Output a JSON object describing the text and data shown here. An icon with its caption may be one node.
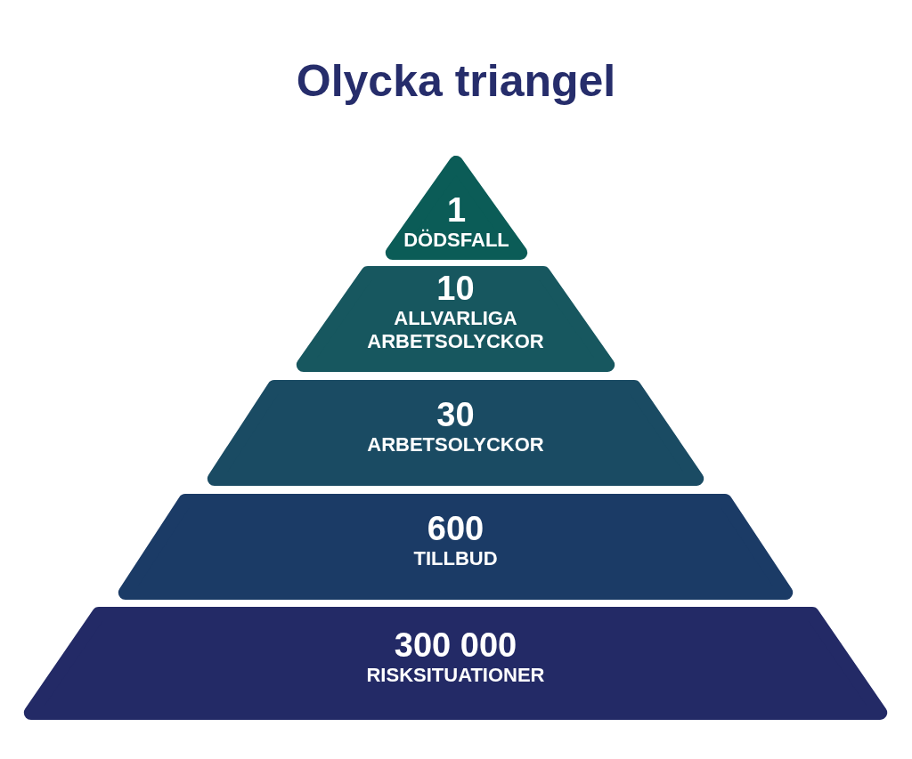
{
  "diagram": {
    "title": "Olycka triangel",
    "nodes": [
      {
        "text": [
          "1",
          "DÖDSFALL"
        ]
      },
      {
        "text": [
          "10",
          "ALLVARLIGA ARBETSOLYCKOR"
        ]
      },
      {
        "text": [
          "30",
          "ARBETSOLYCKOR"
        ]
      },
      {
        "text": [
          "600",
          "TILLBUD"
        ]
      },
      {
        "text": [
          "300 000",
          "RISKSITUATIONER"
        ]
      }
    ]
  }
}
